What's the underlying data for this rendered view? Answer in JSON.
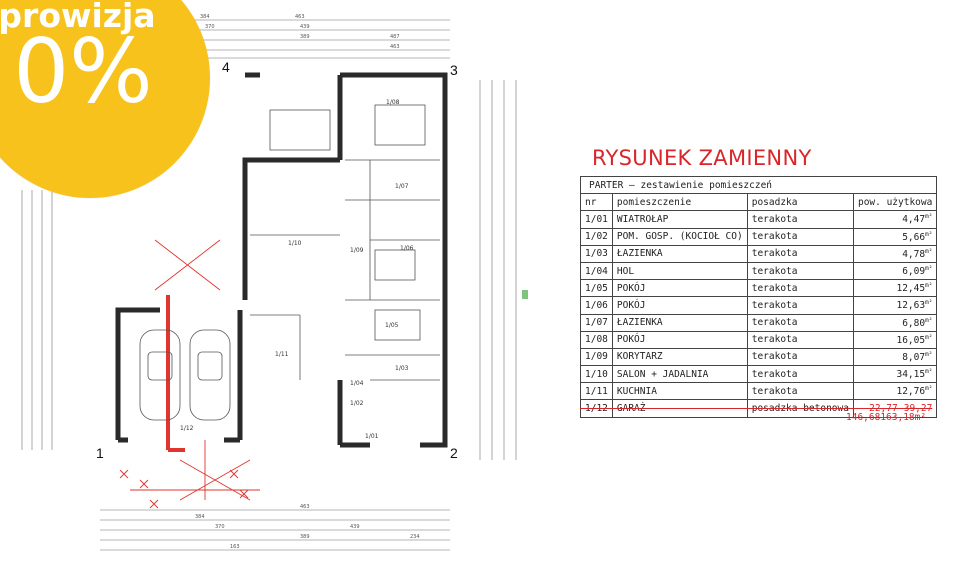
{
  "badge": {
    "word": "prowizja",
    "percent": "0%"
  },
  "plan": {
    "corners": [
      "1",
      "2",
      "3",
      "4"
    ],
    "rooms": [
      "1/01",
      "1/02",
      "1/03",
      "1/04",
      "1/05",
      "1/06",
      "1/07",
      "1/08",
      "1/09",
      "1/10",
      "1/11",
      "1/12"
    ],
    "dims_top": [
      "384",
      "463",
      "370",
      "439",
      "389",
      "487",
      "463"
    ],
    "dims_bottom": [
      "463",
      "384",
      "370",
      "439",
      "389",
      "234",
      "163"
    ]
  },
  "schedule": {
    "title": "RYSUNEK ZAMIENNY",
    "caption": "PARTER  –  zestawienie pomieszczeń",
    "headers": {
      "nr": "nr",
      "room": "pomieszczenie",
      "floor": "posadzka",
      "area": "pow. użytkowa"
    },
    "rows": [
      {
        "nr": "1/01",
        "room": "WIATROŁAP",
        "floor": "terakota",
        "area": "4,47"
      },
      {
        "nr": "1/02",
        "room": "POM. GOSP. (KOCIOŁ CO)",
        "floor": "terakota",
        "area": "5,66"
      },
      {
        "nr": "1/03",
        "room": "ŁAZIENKA",
        "floor": "terakota",
        "area": "4,78"
      },
      {
        "nr": "1/04",
        "room": "HOL",
        "floor": "terakota",
        "area": "6,09"
      },
      {
        "nr": "1/05",
        "room": "POKÓJ",
        "floor": "terakota",
        "area": "12,45"
      },
      {
        "nr": "1/06",
        "room": "POKÓJ",
        "floor": "terakota",
        "area": "12,63"
      },
      {
        "nr": "1/07",
        "room": "ŁAZIENKA",
        "floor": "terakota",
        "area": "6,80"
      },
      {
        "nr": "1/08",
        "room": "POKÓJ",
        "floor": "terakota",
        "area": "16,05"
      },
      {
        "nr": "1/09",
        "room": "KORYTARZ",
        "floor": "terakota",
        "area": "8,07"
      },
      {
        "nr": "1/10",
        "room": "SALON + JADALNIA",
        "floor": "terakota",
        "area": "34,15"
      },
      {
        "nr": "1/11",
        "room": "KUCHNIA",
        "floor": "terakota",
        "area": "12,76"
      },
      {
        "nr": "1/12",
        "room": "GARAŻ",
        "floor": "posadzka betonowa",
        "area_new": "22,77",
        "area_old": "39,27"
      }
    ],
    "unit": "m²",
    "total_new": "146,68",
    "total_old": "163,18",
    "total_unit": "m²"
  }
}
